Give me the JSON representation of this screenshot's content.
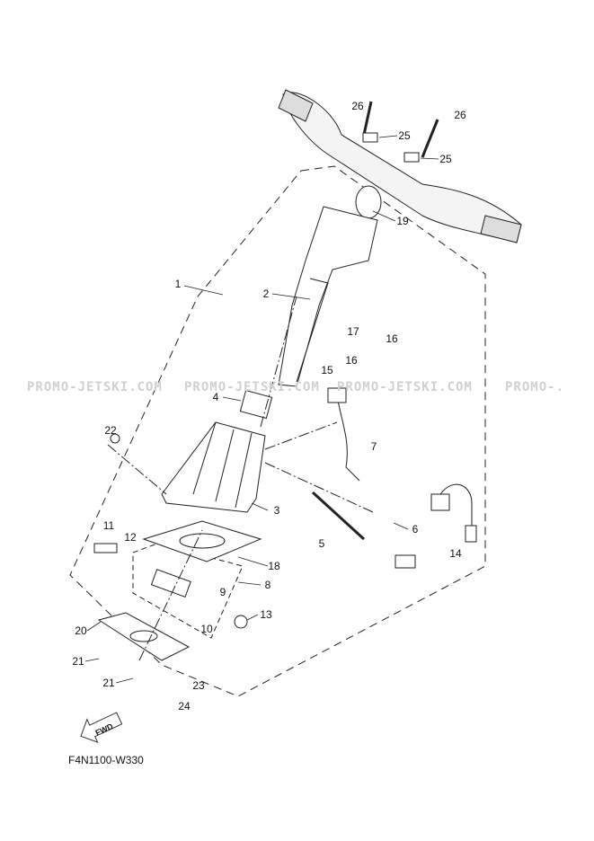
{
  "watermark": "PROMO-JETSKI.COM",
  "watermark_partial": "PROMO-.",
  "diagram_code": "F4N1100-W330",
  "fwd_label": "FWD",
  "callouts": [
    "26",
    "25",
    "26",
    "25",
    "19",
    "1",
    "2",
    "17",
    "16",
    "16",
    "15",
    "4",
    "22",
    "7",
    "3",
    "6",
    "14",
    "5",
    "11",
    "12",
    "18",
    "8",
    "9",
    "13",
    "10",
    "20",
    "21",
    "21",
    "23",
    "24"
  ]
}
